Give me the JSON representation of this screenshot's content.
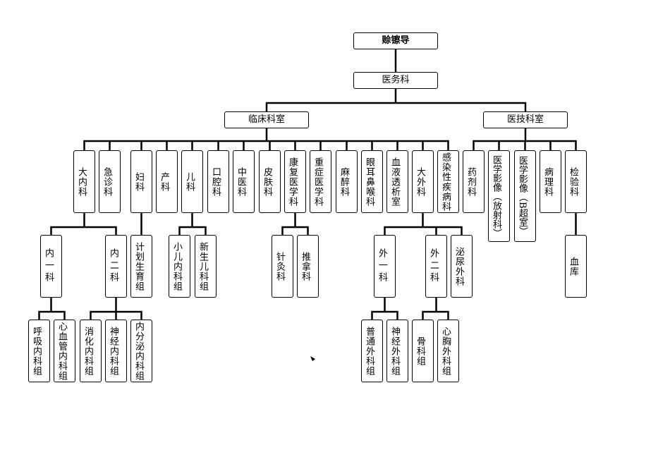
{
  "org": {
    "leadership": "赊镲导",
    "medical_affairs": "医务科",
    "clinical": {
      "label": "临床科室",
      "departments": [
        {
          "label": "大内科",
          "children": [
            {
              "label": "内一科",
              "children": [
                {
                  "label": "呼吸内科组"
                },
                {
                  "label": "心血管内科组"
                }
              ]
            },
            {
              "label": "内二科",
              "children": [
                {
                  "label": "消化内科组"
                },
                {
                  "label": "神经内科组"
                },
                {
                  "label": "内分泌内科组"
                }
              ]
            }
          ]
        },
        {
          "label": "急诊科"
        },
        {
          "label": "妇科",
          "children": [
            {
              "label": "计划生育组"
            }
          ]
        },
        {
          "label": "产科"
        },
        {
          "label": "儿科",
          "children": [
            {
              "label": "小儿内科组"
            },
            {
              "label": "新生儿科组"
            }
          ]
        },
        {
          "label": "口腔科"
        },
        {
          "label": "中医科"
        },
        {
          "label": "皮肤科"
        },
        {
          "label": "康复医学科",
          "children": [
            {
              "label": "针灸科"
            },
            {
              "label": "推拿科"
            }
          ]
        },
        {
          "label": "重症医学科"
        },
        {
          "label": "麻醉科"
        },
        {
          "label": "眼耳鼻喉科"
        },
        {
          "label": "血液透析室"
        },
        {
          "label": "大外科",
          "children": [
            {
              "label": "外一科",
              "children": [
                {
                  "label": "普通外科组"
                },
                {
                  "label": "神经外科组"
                }
              ]
            },
            {
              "label": "外二科",
              "children": [
                {
                  "label": "骨科组"
                },
                {
                  "label": "心胸外科组"
                }
              ]
            },
            {
              "label": "泌尿外科"
            }
          ]
        },
        {
          "label": "感染性疾病科"
        }
      ]
    },
    "medtech": {
      "label": "医技科室",
      "departments": [
        {
          "label": "药剂科"
        },
        {
          "label": "医学影像（放射科）"
        },
        {
          "label": "医学影像（B超室）"
        },
        {
          "label": "病理科"
        },
        {
          "label": "检验科",
          "children": [
            {
              "label": "血库"
            }
          ]
        }
      ]
    }
  }
}
